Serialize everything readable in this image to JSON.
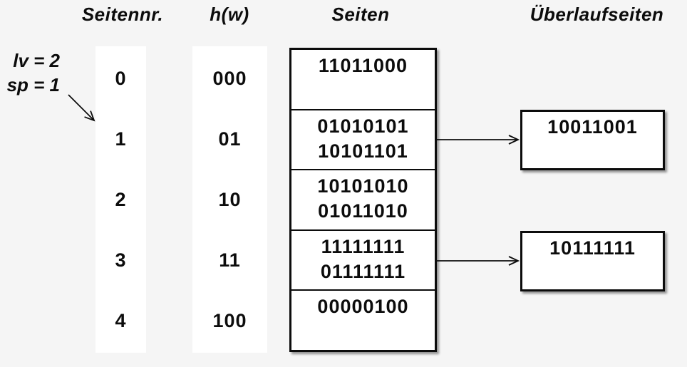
{
  "headers": {
    "page_number": "Seitennr.",
    "hash_function": "h(w)",
    "pages": "Seiten",
    "overflow_pages": "Überlaufseiten"
  },
  "annotation": {
    "level": "lv = 2",
    "split_pointer": "sp = 1"
  },
  "table": {
    "rows": [
      {
        "nr": "0",
        "hash": "000",
        "values": [
          "11011000"
        ]
      },
      {
        "nr": "1",
        "hash": "01",
        "values": [
          "01010101",
          "10101101"
        ],
        "overflow": "10011001"
      },
      {
        "nr": "2",
        "hash": "10",
        "values": [
          "10101010",
          "01011010"
        ]
      },
      {
        "nr": "3",
        "hash": "11",
        "values": [
          "11111111",
          "01111111"
        ],
        "overflow": "10111111"
      },
      {
        "nr": "4",
        "hash": "100",
        "values": [
          "00000100"
        ]
      }
    ]
  },
  "colors": {
    "background": "#f5f5f5",
    "box_fill": "#ffffff",
    "line": "#0c0c0c",
    "text": "#0c0c0c"
  }
}
